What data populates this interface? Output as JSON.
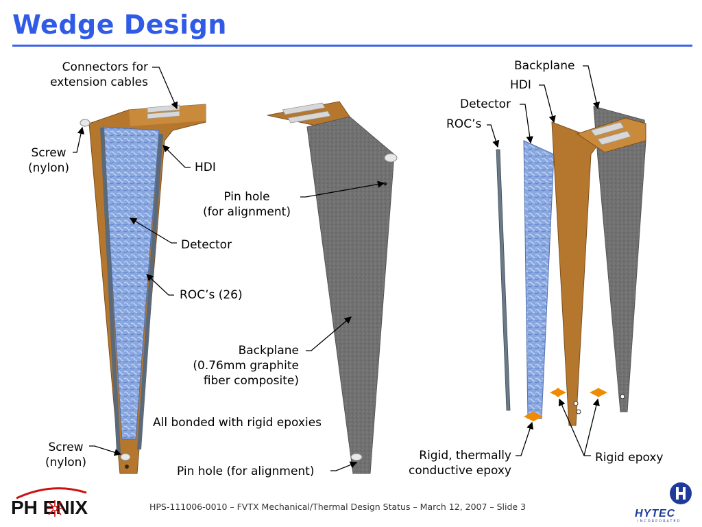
{
  "slide": {
    "title": "Wedge Design",
    "footer": "HPS-111006-0010 – FVTX Mechanical/Thermal Design Status – March 12, 2007 – Slide 3"
  },
  "logos": {
    "phenix": "PH ENIX",
    "hytec": "HYTEC",
    "hytec_sub": "INCORPORATED"
  },
  "labels": {
    "connectors_line1": "Connectors for",
    "connectors_line2": "extension cables",
    "screw_top_line1": "Screw",
    "screw_top_line2": "(nylon)",
    "hdi_left": "HDI",
    "pin_hole_top_line1": "Pin hole",
    "pin_hole_top_line2": "(for alignment)",
    "detector_left": "Detector",
    "rocs_left": "ROC’s (26)",
    "backplane_mid_line1": "Backplane",
    "backplane_mid_line2": "(0.76mm graphite",
    "backplane_mid_line3": "fiber composite)",
    "bonded": "All bonded with rigid epoxies",
    "screw_bottom_line1": "Screw",
    "screw_bottom_line2": "(nylon)",
    "pin_hole_bottom": "Pin hole (for alignment)",
    "backplane_right": "Backplane",
    "hdi_right": "HDI",
    "detector_right": "Detector",
    "rocs_right": "ROC’s",
    "thermal_epoxy_line1": "Rigid, thermally",
    "thermal_epoxy_line2": "conductive epoxy",
    "rigid_epoxy": "Rigid epoxy"
  },
  "colors": {
    "title": "#2f5be6",
    "hdi_copper": "#b5772e",
    "detector_blue": "#8aa8e0",
    "backplane_gray": "#6e6e6e",
    "epoxy_arrow": "#f08a00"
  }
}
